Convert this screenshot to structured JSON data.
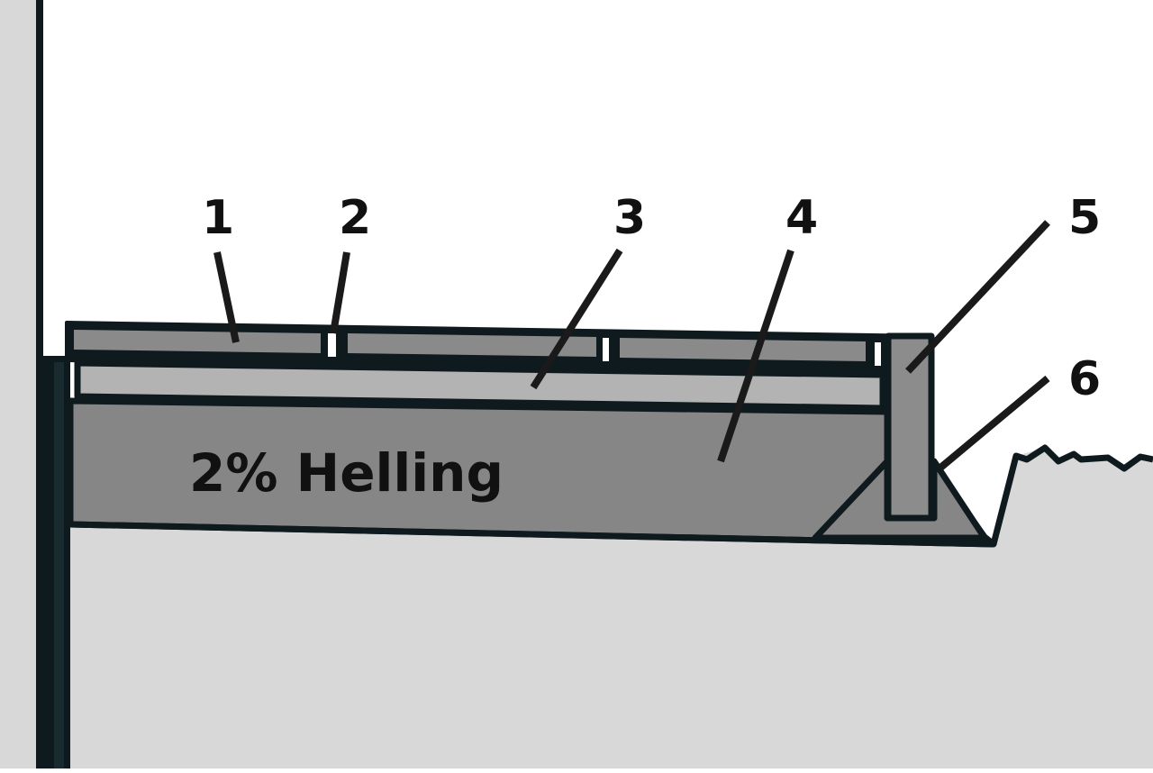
{
  "diagram": {
    "slope_label": "2% Helling",
    "callouts": [
      {
        "id": "1",
        "label": "1"
      },
      {
        "id": "2",
        "label": "2"
      },
      {
        "id": "3",
        "label": "3"
      },
      {
        "id": "4",
        "label": "4"
      },
      {
        "id": "5",
        "label": "5"
      },
      {
        "id": "6",
        "label": "6"
      }
    ]
  },
  "colors": {
    "outline": "#0f1a1e",
    "wall": "#d8d8d8",
    "ground": "#d8d8d8",
    "paving": "#8a8a8a",
    "bedding": "#b3b3b3",
    "foundation": "#868686",
    "edge_restraint": "#8c8c8c",
    "joint": "#ffffff",
    "background": "#ffffff"
  }
}
